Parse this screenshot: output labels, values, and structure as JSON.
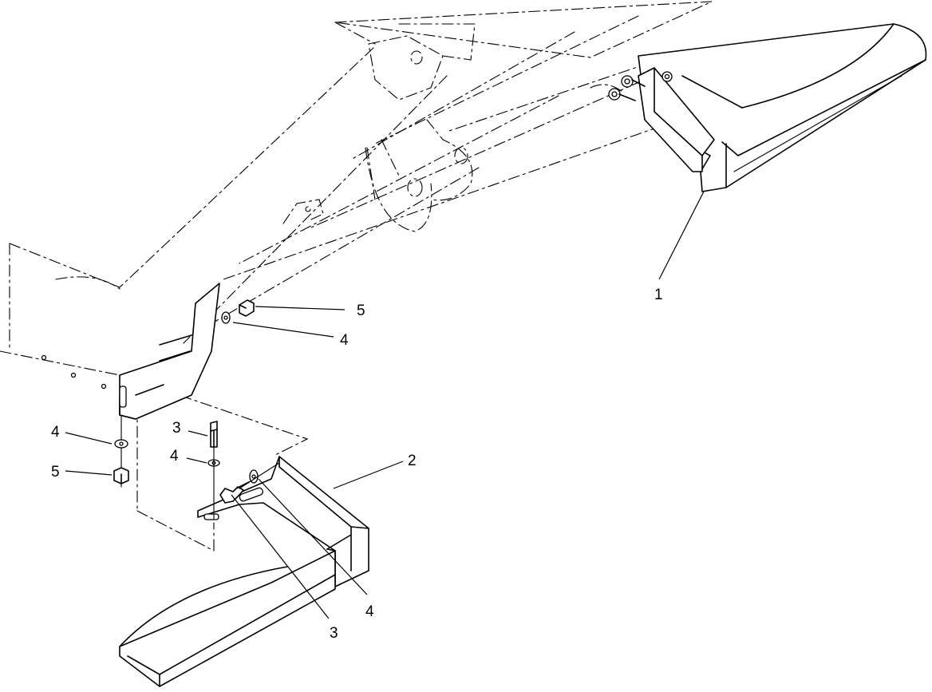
{
  "callouts": {
    "c1": "1",
    "c2": "2",
    "c3a": "3",
    "c3b": "3",
    "c4a": "4",
    "c4b": "4",
    "c4c": "4",
    "c4d": "4",
    "c5a": "5",
    "c5b": "5"
  },
  "colors": {
    "line": "#000000",
    "background": "#ffffff"
  }
}
